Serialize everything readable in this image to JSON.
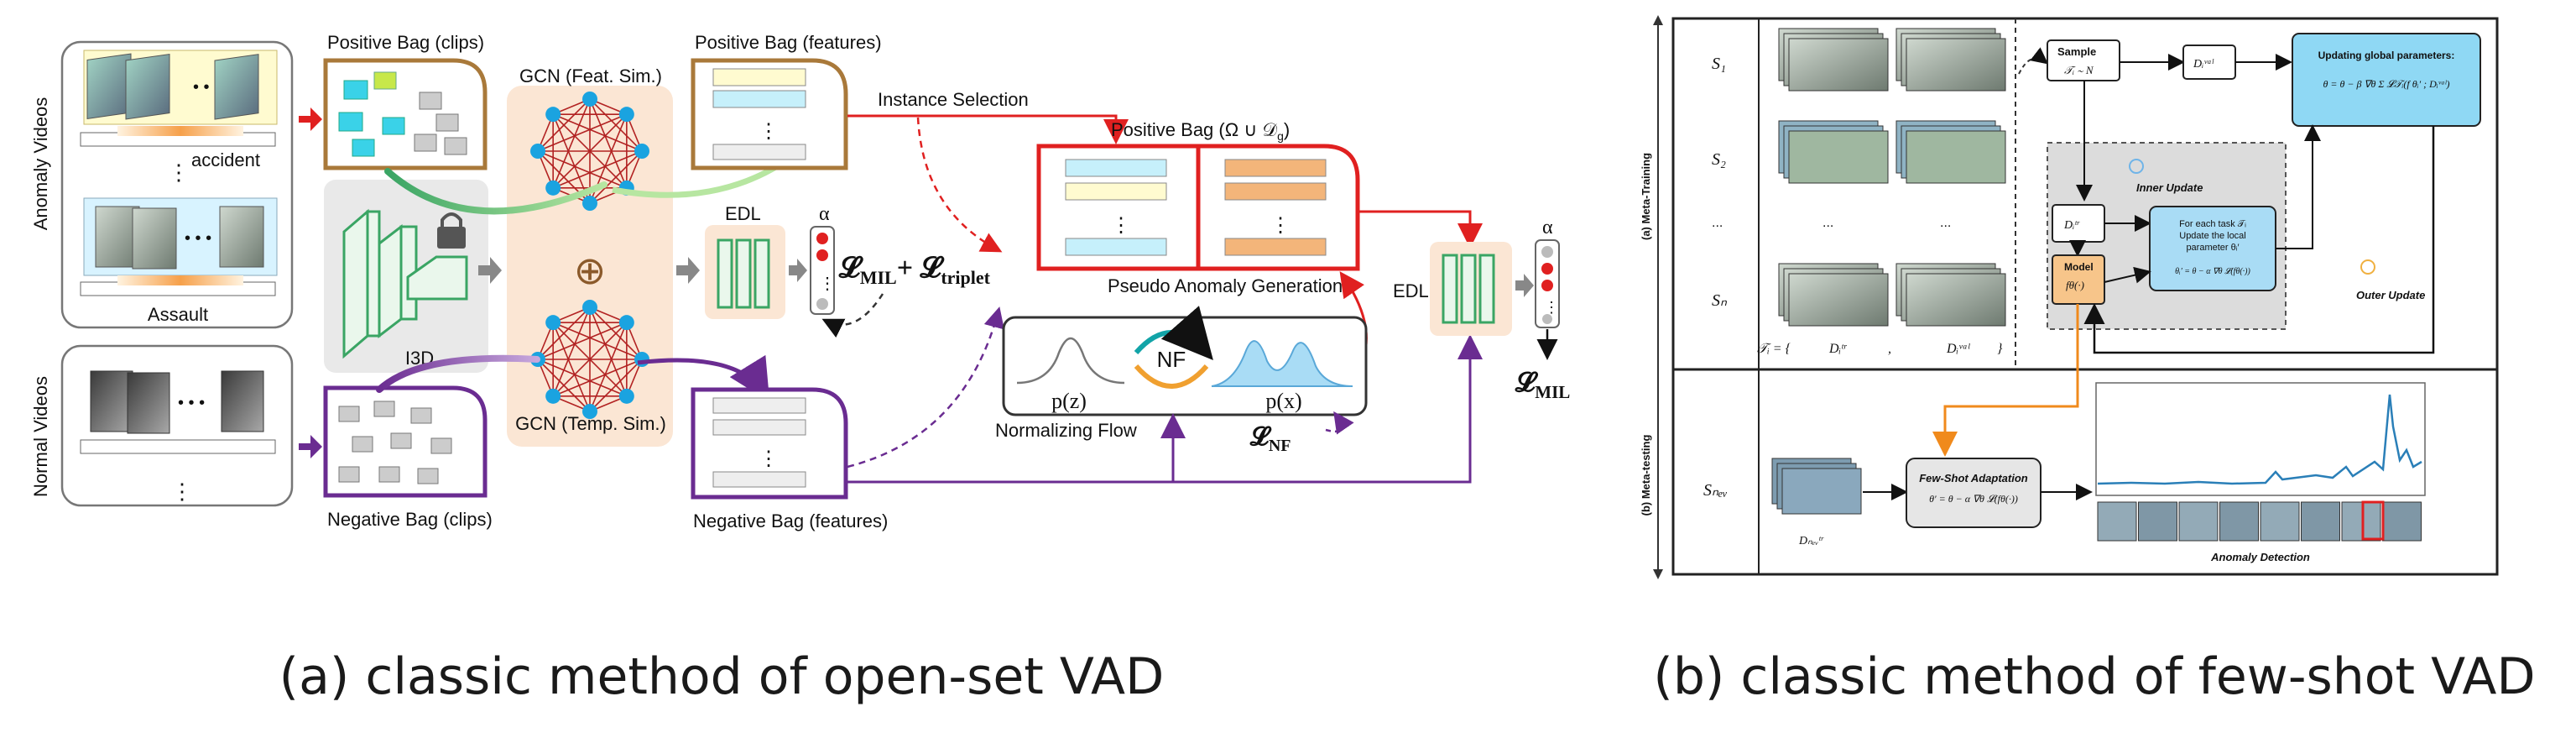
{
  "panel_a": {
    "side_label_anomaly": "Anomaly Videos",
    "side_label_normal": "Normal Videos",
    "anomaly_video_labels": [
      "accident",
      "Assault"
    ],
    "ellipsis_h": "• • •",
    "ellipsis_v": "⋮",
    "positive_bag_clips": "Positive Bag (clips)",
    "positive_bag_features": "Positive Bag (features)",
    "negative_bag_clips": "Negative Bag (clips)",
    "negative_bag_features": "Negative Bag (features)",
    "gcn_feat": "GCN (Feat. Sim.)",
    "gcn_temp": "GCN (Temp. Sim.)",
    "oplus": "⊕",
    "backbone": "I3D",
    "edl_1": "EDL",
    "edl_2": "EDL",
    "alpha_1": "α",
    "alpha_2": "α",
    "loss_mil_triplet_a": "𝓛",
    "loss_mil_triplet_b": "MIL",
    "loss_mil_triplet_c": "+ 𝓛",
    "loss_mil_triplet_d": "triplet",
    "instance_selection": "Instance Selection",
    "positive_bag_union": "Positive Bag (Ω ∪ 𝒟",
    "positive_bag_union_sub": "g",
    "positive_bag_union_end": ")",
    "pseudo_anomaly": "Pseudo Anomaly Generation",
    "nf_label": "NF",
    "pz": "p(z)",
    "px": "p(x)",
    "normalizing_flow": "Normalizing Flow",
    "loss_nf_a": "𝓛",
    "loss_nf_b": "NF",
    "loss_mil_a": "𝓛",
    "loss_mil_b": "MIL",
    "caption": "(a) classic method of open-set VAD"
  },
  "panel_b": {
    "meta_training": "(a) Meta-Training",
    "meta_testing": "(b) Meta-testing",
    "s1": "S₁",
    "s2": "S₂",
    "sdots": "...",
    "sn": "Sₙ",
    "snew": "Sₙₑᵥ",
    "task_set": "𝒯ᵢ = {",
    "dtr": "Dᵢᵗʳ",
    "comma": ",",
    "dval": "Dᵢᵛᵃˡ",
    "brace_close": "}",
    "sample_title": "Sample",
    "sample_eq": "𝒯ᵢ ∼ N",
    "dval_box": "Dᵢᵛᵃˡ",
    "update_global_title": "Updating global parameters:",
    "update_global_eq": "θ = θ − β ∇θ Σ 𝓛𝒯ᵢ(f θᵢ′ ; Dᵢᵛᵃˡ)",
    "inner_update": "Inner Update",
    "outer_update": "Outer Update",
    "dtr_box": "Dᵢᵗʳ",
    "model_title": "Model",
    "model_eq": "fθ(·)",
    "task_box_l1": "For each task 𝒯ᵢ",
    "task_box_l2": "Update the local",
    "task_box_l3": "parameter θᵢ′",
    "task_box_eq": "θᵢ′ = θ − α ∇θ 𝓛(fθ(·))",
    "few_shot_title": "Few-Shot Adaptation",
    "few_shot_eq": "θ′ = θ − α ∇θ 𝓛(fθ(·))",
    "dnew": "Dₙₑᵥᵗʳ",
    "anomaly_detection": "Anomaly Detection",
    "caption": "(b) classic method of few-shot VAD"
  },
  "colors": {
    "brown": "#a9793a",
    "purple": "#6a2c91",
    "red": "#e02020",
    "green": "#3aa564",
    "orange_bg": "#fbe6d4",
    "cyan": "#8fe0f2",
    "peach": "#f3b57a",
    "blue_node": "#1aa3e0",
    "light_blue": "#a9dcf5",
    "orange": "#f08a1c"
  }
}
